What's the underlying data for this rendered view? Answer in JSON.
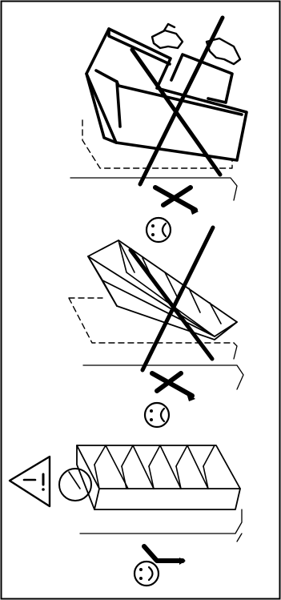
{
  "panels": [
    {
      "id": "panel-1",
      "verdict": "incorrect",
      "illustration": "two-people-lifting-shelf-over-wall-edge",
      "verdict_icons": [
        "cross-mark-icon",
        "sad-face-icon"
      ]
    },
    {
      "id": "panel-2",
      "verdict": "incorrect",
      "illustration": "shelf-tilted-against-wall-edge",
      "verdict_icons": [
        "cross-mark-icon",
        "sad-face-icon"
      ]
    },
    {
      "id": "panel-3",
      "verdict": "correct",
      "illustration": "shelf-level-against-wall",
      "warning": "warning-triangle-icon",
      "verdict_icons": [
        "check-mark-icon",
        "happy-face-icon"
      ]
    }
  ],
  "colors": {
    "ink": "#000000",
    "background": "#ffffff"
  }
}
